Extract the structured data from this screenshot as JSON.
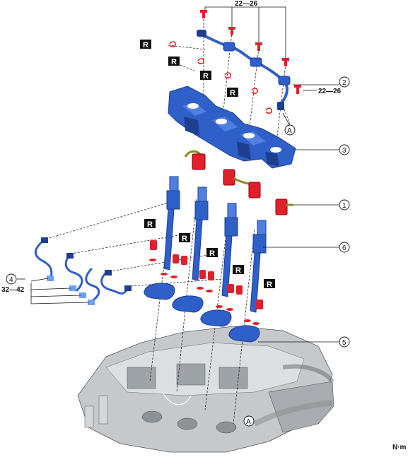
{
  "torque_top": "22—26",
  "torque_right": "22—26",
  "torque_left": "32—42",
  "unit": "N·m",
  "callouts": [
    "1",
    "2",
    "3",
    "4",
    "5",
    "6"
  ],
  "callout_a": "A",
  "replace_mark": "R",
  "colors": {
    "part_blue": "#2f5fc9",
    "part_blue_dark": "#1e3f8f",
    "part_red": "#e0202a",
    "engine_gray": "#b9bdc1"
  }
}
